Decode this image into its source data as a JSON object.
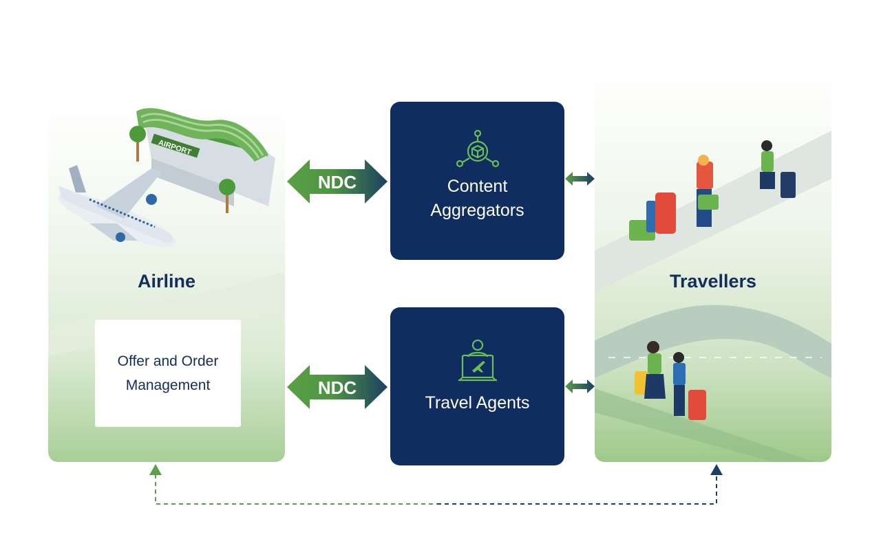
{
  "airline": {
    "title": "Airline",
    "subsystem": "Offer and Order Management",
    "airport_sign": "AIRPORT"
  },
  "travellers": {
    "title": "Travellers"
  },
  "intermediaries": {
    "content_aggregators": {
      "line1": "Content",
      "line2": "Aggregators",
      "icon": "network-cube-icon"
    },
    "travel_agents": {
      "label": "Travel Agents",
      "icon": "agent-laptop-plane-icon"
    }
  },
  "connectors": {
    "ndc_label": "NDC"
  },
  "colors": {
    "navy": "#0f2d5f",
    "title": "#132d5c",
    "green": "#5aa047",
    "icon_green": "#6bbd55"
  }
}
